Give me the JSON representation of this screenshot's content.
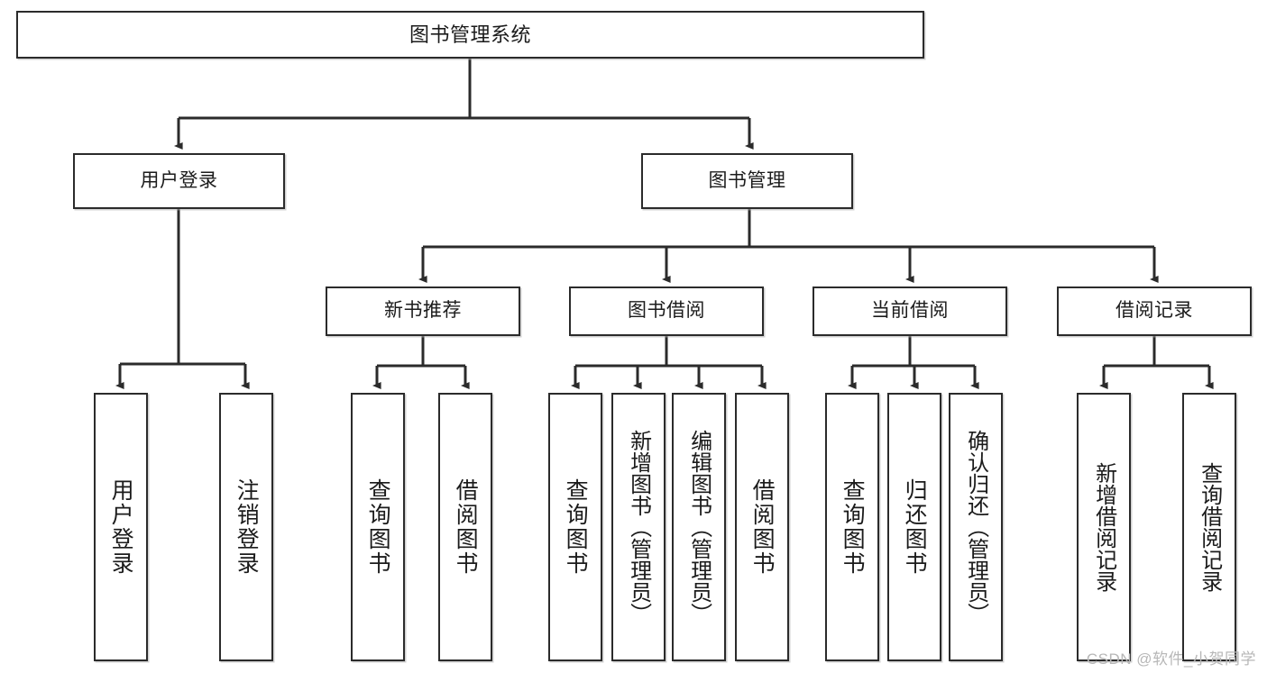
{
  "diagram": {
    "title": "图书管理系统",
    "type": "hierarchy-tree",
    "background_color": "#ffffff",
    "box_border_color": "#2b2b2b",
    "text_color": "#1b1b1b",
    "connector_color": "#2b2b2b"
  },
  "nodes": {
    "root": {
      "label": "图书管理系统"
    },
    "level2": [
      {
        "label": "用户登录"
      },
      {
        "label": "图书管理"
      }
    ],
    "level3": [
      {
        "label": "新书推荐"
      },
      {
        "label": "图书借阅"
      },
      {
        "label": "当前借阅"
      },
      {
        "label": "借阅记录"
      }
    ],
    "leaves": {
      "user_login": [
        {
          "label": "用户登录"
        },
        {
          "label": "注销登录"
        }
      ],
      "new_book_recommend": [
        {
          "label": "查询图书"
        },
        {
          "label": "借阅图书"
        }
      ],
      "book_borrow": [
        {
          "label": "查询图书"
        },
        {
          "label": "新增图书（管理员）"
        },
        {
          "label": "编辑图书（管理员）"
        },
        {
          "label": "借阅图书"
        }
      ],
      "current_borrow": [
        {
          "label": "查询图书"
        },
        {
          "label": "归还图书"
        },
        {
          "label": "确认归还（管理员）"
        }
      ],
      "borrow_record": [
        {
          "label": "新增借阅记录"
        },
        {
          "label": "查询借阅记录"
        }
      ]
    }
  },
  "watermark": {
    "text": "CSDN @软件_小贺同学",
    "color": "#b7b7b7"
  }
}
